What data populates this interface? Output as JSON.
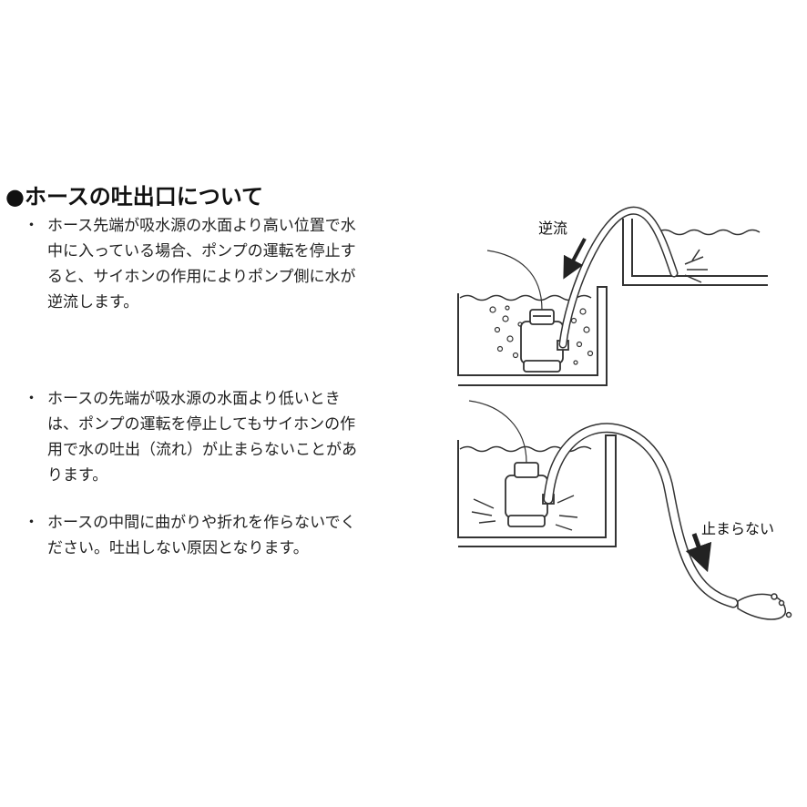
{
  "section": {
    "heading": "●ホースの吐出口について"
  },
  "bullets": [
    {
      "marker": "・",
      "lines": [
        "ホース先端が吸水源の水面より高い位置で水",
        "中に入っている場合、ポンプの運転を停止す",
        "ると、サイホンの作用によりポンプ側に水が",
        "逆流します。"
      ]
    },
    {
      "marker": "・",
      "lines": [
        "ホースの先端が吸水源の水面より低いとき",
        "は、ポンプの運転を停止してもサイホンの作",
        "用で水の吐出（流れ）が止まらないことがあ",
        "ります。"
      ]
    },
    {
      "marker": "・",
      "lines": [
        "ホースの中間に曲がりや折れを作らないでく",
        "ださい。吐出しない原因となります。"
      ]
    }
  ],
  "illustrations": {
    "top": {
      "label": "逆流",
      "icons": [
        "submersible-pump-icon",
        "hose-icon",
        "backflow-arrow-icon",
        "water-splash-icon"
      ]
    },
    "bottom": {
      "label": "止まらない",
      "icons": [
        "submersible-pump-icon",
        "hose-icon",
        "downflow-arrow-icon",
        "water-splash-icon"
      ]
    }
  },
  "colors": {
    "ink": "#222222",
    "line": "#333333"
  }
}
